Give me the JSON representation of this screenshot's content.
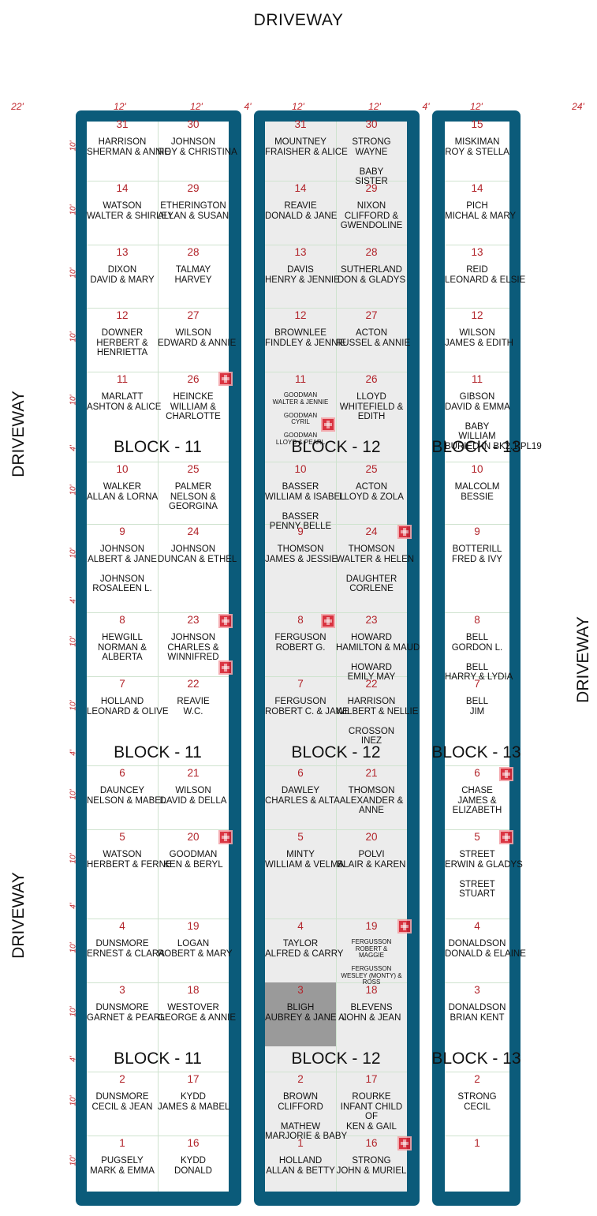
{
  "labels": {
    "driveway": "DRIVEWAY"
  },
  "measurements": {
    "gaps": [
      "22'",
      "12'",
      "12'",
      "4'",
      "12'",
      "12'",
      "4'",
      "12'",
      "24'"
    ],
    "row_height": "10'",
    "aisle_height": "4'"
  },
  "blocks": [
    {
      "name": "BLOCK - 11",
      "columns": [
        [
          {
            "num": "31",
            "names": [
              "HARRISON",
              "SHERMAN & ANNIE"
            ]
          },
          {
            "num": "14",
            "names": [
              "WATSON",
              "WALTER & SHIRLEY"
            ]
          },
          {
            "num": "13",
            "names": [
              "DIXON",
              "DAVID & MARY"
            ]
          },
          {
            "num": "12",
            "names": [
              "DOWNER",
              "HERBERT &",
              "HENRIETTA"
            ]
          },
          {
            "num": "11",
            "names": [
              "MARLATT",
              "ASHTON & ALICE"
            ]
          },
          {
            "num": "10",
            "names": [
              "WALKER",
              "ALLAN & LORNA"
            ]
          },
          {
            "num": "9",
            "names": [
              "JOHNSON",
              "ALBERT & JANE",
              "",
              "JOHNSON",
              "ROSALEEN L."
            ]
          },
          {
            "num": "8",
            "names": [
              "HEWGILL",
              "NORMAN &",
              "ALBERTA"
            ]
          },
          {
            "num": "7",
            "names": [
              "HOLLAND",
              "LEONARD & OLIVE"
            ]
          },
          {
            "num": "6",
            "names": [
              "DAUNCEY",
              "NELSON & MABEL"
            ]
          },
          {
            "num": "5",
            "names": [
              "WATSON",
              "HERBERT & FERNE"
            ]
          },
          {
            "num": "4",
            "names": [
              "DUNSMORE",
              "ERNEST & CLARA"
            ]
          },
          {
            "num": "3",
            "names": [
              "DUNSMORE",
              "GARNET & PEARL"
            ]
          },
          {
            "num": "2",
            "names": [
              "DUNSMORE",
              "CECIL & JEAN"
            ]
          },
          {
            "num": "1",
            "names": [
              "PUGSELY",
              "MARK & EMMA"
            ]
          }
        ],
        [
          {
            "num": "30",
            "names": [
              "JOHNSON",
              "ROY & CHRISTINA"
            ]
          },
          {
            "num": "29",
            "names": [
              "ETHERINGTON",
              "ALLAN & SUSAN"
            ]
          },
          {
            "num": "28",
            "names": [
              "TALMAY",
              "HARVEY"
            ]
          },
          {
            "num": "27",
            "names": [
              "WILSON",
              "EDWARD & ANNIE"
            ]
          },
          {
            "num": "26",
            "names": [
              "HEINCKE",
              "WILLIAM &",
              "CHARLOTTE"
            ]
          },
          {
            "num": "25",
            "names": [
              "PALMER",
              "NELSON &",
              "GEORGINA"
            ]
          },
          {
            "num": "24",
            "names": [
              "JOHNSON",
              "DUNCAN & ETHEL"
            ]
          },
          {
            "num": "23",
            "names": [
              "JOHNSON",
              "CHARLES &",
              "WINNIFRED"
            ]
          },
          {
            "num": "22",
            "names": [
              "REAVIE",
              "W.C."
            ]
          },
          {
            "num": "21",
            "names": [
              "WILSON",
              "DAVID & DELLA"
            ]
          },
          {
            "num": "20",
            "names": [
              "GOODMAN",
              "KEN & BERYL"
            ]
          },
          {
            "num": "19",
            "names": [
              "LOGAN",
              "ROBERT & MARY"
            ]
          },
          {
            "num": "18",
            "names": [
              "WESTOVER",
              "GEORGE & ANNIE"
            ]
          },
          {
            "num": "17",
            "names": [
              "KYDD",
              "JAMES & MABEL"
            ]
          },
          {
            "num": "16",
            "names": [
              "KYDD",
              "DONALD"
            ]
          }
        ]
      ]
    },
    {
      "name": "BLOCK - 12",
      "columns": [
        [
          {
            "num": "31",
            "names": [
              "MOUNTNEY",
              "FRAISHER & ALICE"
            ]
          },
          {
            "num": "14",
            "names": [
              "REAVIE",
              "DONALD & JANE"
            ]
          },
          {
            "num": "13",
            "names": [
              "DAVIS",
              "HENRY & JENNIE"
            ]
          },
          {
            "num": "12",
            "names": [
              "BROWNLEE",
              "FINDLEY & JENNIE"
            ]
          },
          {
            "num": "11",
            "small": true,
            "names": [
              "GOODMAN",
              "WALTER & JENNIE",
              "",
              "GOODMAN",
              "CYRIL",
              "",
              "GOODMAN",
              "LLOYD & PEARL"
            ]
          },
          {
            "num": "10",
            "names": [
              "BASSER",
              "WILLIAM & ISABEL",
              "",
              "BASSER",
              "PENNY BELLE"
            ]
          },
          {
            "num": "9",
            "names": [
              "THOMSON",
              "JAMES & JESSIE"
            ]
          },
          {
            "num": "8",
            "names": [
              "FERGUSON",
              "ROBERT  G."
            ]
          },
          {
            "num": "7",
            "names": [
              "FERGUSON",
              "ROBERT  C. & JANE"
            ]
          },
          {
            "num": "6",
            "names": [
              "DAWLEY",
              "CHARLES & ALTA"
            ]
          },
          {
            "num": "5",
            "names": [
              "MINTY",
              "WILLIAM & VELMA"
            ]
          },
          {
            "num": "4",
            "names": [
              "TAYLOR",
              "ALFRED & CARRY"
            ]
          },
          {
            "num": "3",
            "dark": true,
            "names": [
              "BLIGH",
              "AUBREY & JANE A."
            ]
          },
          {
            "num": "2",
            "names": [
              "BROWN",
              "CLIFFORD",
              "",
              "MATHEW",
              "MARJORIE & BABY"
            ]
          },
          {
            "num": "1",
            "names": [
              "HOLLAND",
              "ALLAN & BETTY"
            ]
          }
        ],
        [
          {
            "num": "30",
            "names": [
              "STRONG",
              "WAYNE",
              "",
              "BABY",
              "SISTER"
            ]
          },
          {
            "num": "29",
            "names": [
              "NIXON",
              "CLIFFORD &",
              "GWENDOLINE"
            ]
          },
          {
            "num": "28",
            "names": [
              "SUTHERLAND",
              "DON & GLADYS"
            ]
          },
          {
            "num": "27",
            "names": [
              "ACTON",
              "RUSSEL & ANNIE"
            ]
          },
          {
            "num": "26",
            "names": [
              "LLOYD",
              "WHITEFIELD &",
              "EDITH"
            ]
          },
          {
            "num": "25",
            "names": [
              "ACTON",
              "LLOYD & ZOLA"
            ]
          },
          {
            "num": "24",
            "names": [
              "THOMSON",
              "WALTER & HELEN",
              "",
              "DAUGHTER",
              "CORLENE"
            ]
          },
          {
            "num": "23",
            "names": [
              "HOWARD",
              "HAMILTON & MAUD",
              "",
              "HOWARD",
              "EMILY MAY"
            ]
          },
          {
            "num": "22",
            "names": [
              "HARRISON",
              "WILBERT & NELLIE",
              "",
              "CROSSON",
              "INEZ"
            ]
          },
          {
            "num": "21",
            "names": [
              "THOMSON",
              "ALEXANDER &",
              "ANNE"
            ]
          },
          {
            "num": "20",
            "names": [
              "POLVI",
              "BLAIR & KAREN"
            ]
          },
          {
            "num": "19",
            "small": true,
            "names": [
              "FERGUSSON",
              "ROBERT &",
              "MAGGIE",
              "",
              "FERGUSSON",
              "WESLEY (MONTY) &",
              "ROSS"
            ]
          },
          {
            "num": "18",
            "names": [
              "BLEVENS",
              "JOHN & JEAN"
            ]
          },
          {
            "num": "17",
            "names": [
              "ROURKE",
              "INFANT CHILD",
              "OF",
              "KEN & GAIL"
            ]
          },
          {
            "num": "16",
            "names": [
              "STRONG",
              "JOHN & MURIEL"
            ]
          }
        ]
      ]
    },
    {
      "name": "BLOCK - 13",
      "columns": [
        [
          {
            "num": "15",
            "names": [
              "MISKIMAN",
              "ROY & STELLA"
            ]
          },
          {
            "num": "14",
            "names": [
              "PICH",
              "MICHAL & MARY"
            ]
          },
          {
            "num": "13",
            "names": [
              "REID",
              "LEONARD & ELSIE"
            ]
          },
          {
            "num": "12",
            "names": [
              "WILSON",
              "JAMES & EDITH"
            ]
          },
          {
            "num": "11",
            "names": [
              "GIBSON",
              "DAVID & EMMA",
              "",
              "BABY",
              "WILLIAM",
              "BURIED IN BK2.1 PL19"
            ]
          },
          {
            "num": "10",
            "names": [
              "MALCOLM",
              "BESSIE"
            ]
          },
          {
            "num": "9",
            "names": [
              "BOTTERILL",
              "FRED & IVY"
            ]
          },
          {
            "num": "8",
            "names": [
              "BELL",
              "GORDON L.",
              "",
              "BELL",
              "HARRY & LYDIA"
            ]
          },
          {
            "num": "7",
            "names": [
              "BELL",
              "JIM"
            ]
          },
          {
            "num": "6",
            "names": [
              "CHASE",
              "JAMES &",
              "ELIZABETH"
            ]
          },
          {
            "num": "5",
            "names": [
              "STREET",
              "ERWIN & GLADYS",
              "",
              "STREET",
              "STUART"
            ]
          },
          {
            "num": "4",
            "names": [
              "DONALDSON",
              "DONALD & ELAINE"
            ]
          },
          {
            "num": "3",
            "names": [
              "DONALDSON",
              "BRIAN KENT"
            ]
          },
          {
            "num": "2",
            "names": [
              "STRONG",
              "CECIL"
            ]
          },
          {
            "num": "1",
            "names": []
          }
        ]
      ]
    }
  ]
}
